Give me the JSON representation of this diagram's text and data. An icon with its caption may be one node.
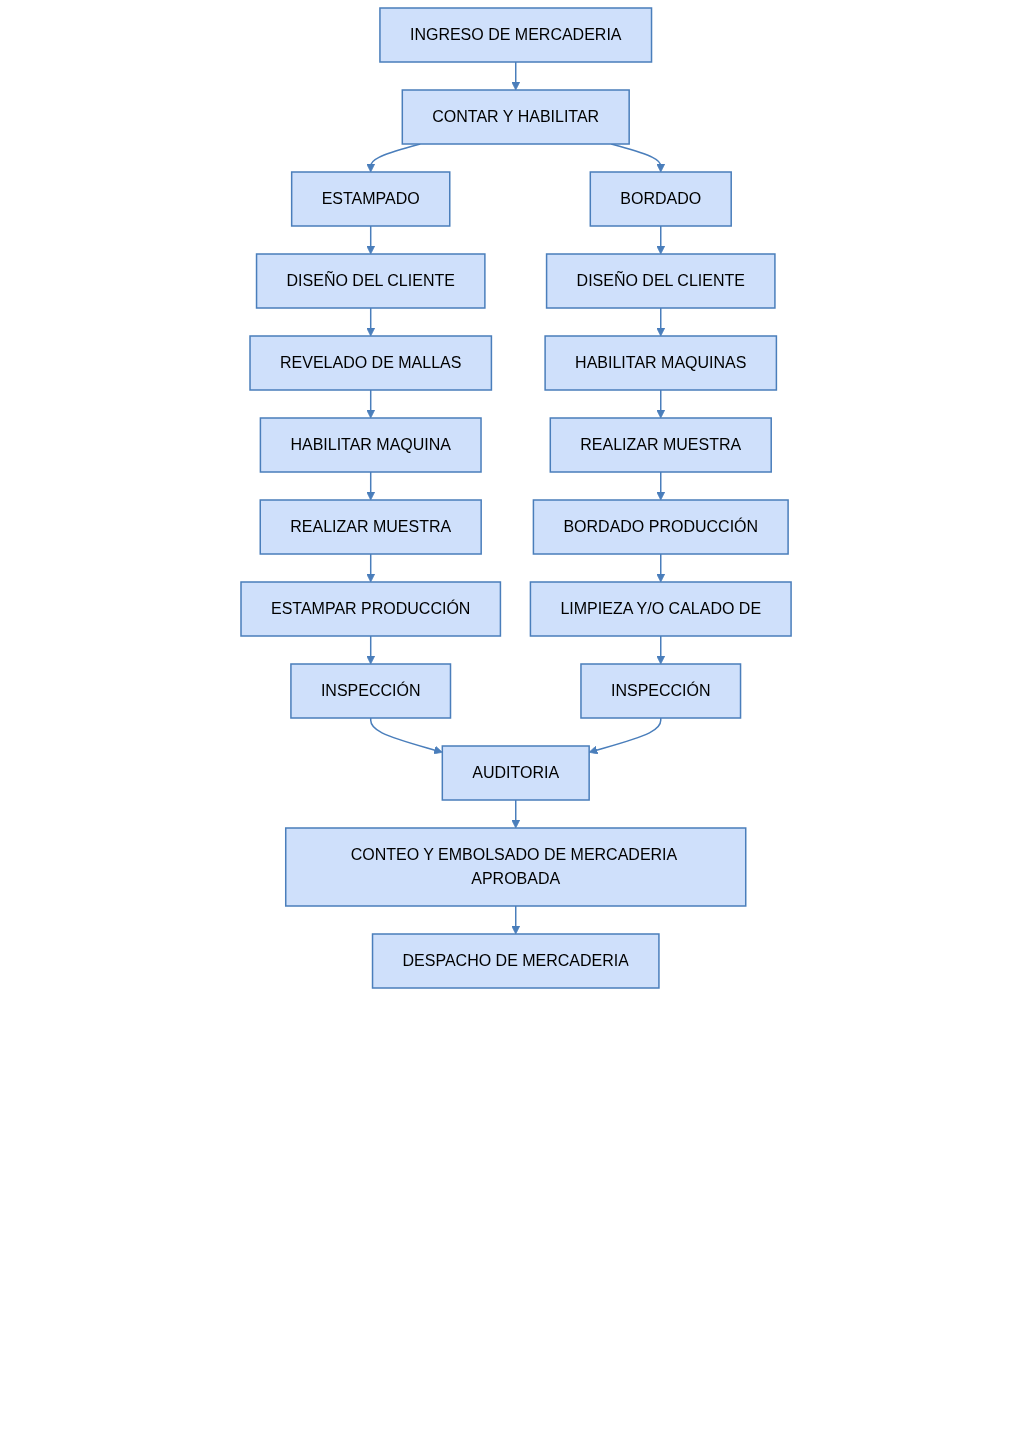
{
  "diagram": {
    "nodes": [
      {
        "text": [
          "INGRESO DE MERCADERIA"
        ]
      },
      {
        "text": [
          "CONTAR Y HABILITAR"
        ]
      },
      {
        "text": [
          "ESTAMPADO"
        ]
      },
      {
        "text": [
          "BORDADO"
        ]
      },
      {
        "text": [
          "DISEÑO DEL CLIENTE"
        ]
      },
      {
        "text": [
          "DISEÑO DEL CLIENTE"
        ]
      },
      {
        "text": [
          "REVELADO DE MALLAS"
        ]
      },
      {
        "text": [
          "HABILITAR MAQUINAS"
        ]
      },
      {
        "text": [
          "HABILITAR MAQUINA"
        ]
      },
      {
        "text": [
          "REALIZAR MUESTRA"
        ]
      },
      {
        "text": [
          "REALIZAR MUESTRA"
        ]
      },
      {
        "text": [
          "BORDADO PRODUCCIÓN"
        ]
      },
      {
        "text": [
          "ESTAMPAR PRODUCCIÓN"
        ]
      },
      {
        "text": [
          "LIMPIEZA Y/O CALADO DE"
        ]
      },
      {
        "text": [
          "INSPECCIÓN"
        ]
      },
      {
        "text": [
          "INSPECCIÓN"
        ]
      },
      {
        "text": [
          "AUDITORIA"
        ]
      },
      {
        "text": [
          "CONTEO Y EMBOLSADO DE MERCADERIA APROBADA"
        ]
      },
      {
        "text": [
          "DESPACHO DE MERCADERIA"
        ]
      }
    ],
    "edges": [
      {
        "from": 0,
        "to": 1,
        "arrow": "to"
      },
      {
        "from": 1,
        "to": 2,
        "arrow": "to"
      },
      {
        "from": 1,
        "to": 3,
        "arrow": "to"
      },
      {
        "from": 2,
        "to": 4,
        "arrow": "to"
      },
      {
        "from": 4,
        "to": 6,
        "arrow": "to"
      },
      {
        "from": 6,
        "to": 8,
        "arrow": "to"
      },
      {
        "from": 8,
        "to": 10,
        "arrow": "to"
      },
      {
        "from": 10,
        "to": 12,
        "arrow": "to"
      },
      {
        "from": 12,
        "to": 14,
        "arrow": "to"
      },
      {
        "from": 3,
        "to": 5,
        "arrow": "to"
      },
      {
        "from": 5,
        "to": 7,
        "arrow": "to"
      },
      {
        "from": 7,
        "to": 9,
        "arrow": "to"
      },
      {
        "from": 9,
        "to": 11,
        "arrow": "to"
      },
      {
        "from": 11,
        "to": 13,
        "arrow": "to"
      },
      {
        "from": 13,
        "to": 15,
        "arrow": "to"
      },
      {
        "from": 14,
        "to": 16,
        "arrow": "to"
      },
      {
        "from": 15,
        "to": 16,
        "arrow": "to"
      },
      {
        "from": 16,
        "to": 17,
        "arrow": "to"
      },
      {
        "from": 17,
        "to": 18,
        "arrow": "to"
      }
    ]
  }
}
